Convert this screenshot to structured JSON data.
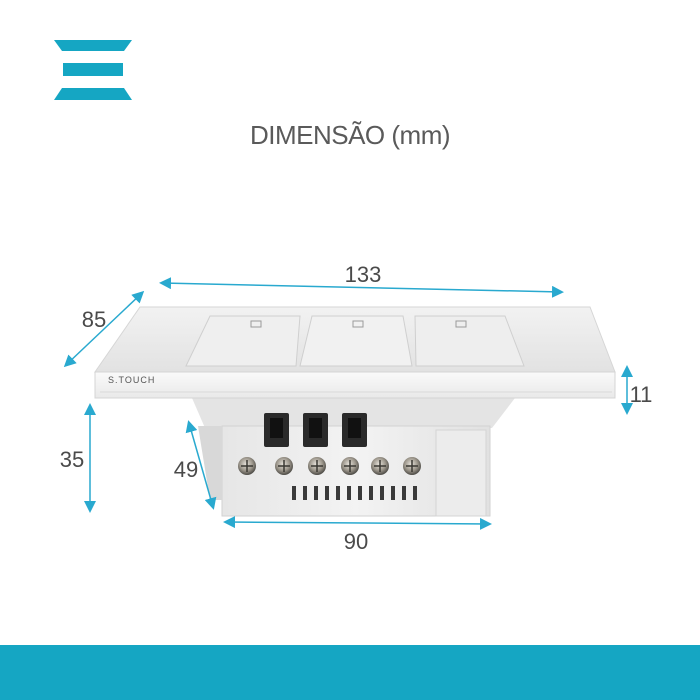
{
  "logo": {
    "icon": "menu-stack-logo-icon",
    "color": "#15a6c3"
  },
  "title": "DIMENSÃO (mm)",
  "product": {
    "brand": "S.TOUCH",
    "gangs": 3,
    "terminals": 6,
    "ports": 3
  },
  "dimensions": {
    "width": "133",
    "depth": "85",
    "panel_thickness": "11",
    "total_height": "35",
    "box_depth": "49",
    "box_width": "90"
  },
  "colors": {
    "accent": "#15a6c3",
    "arrow": "#29a9cf",
    "text": "#4a4a4a"
  }
}
